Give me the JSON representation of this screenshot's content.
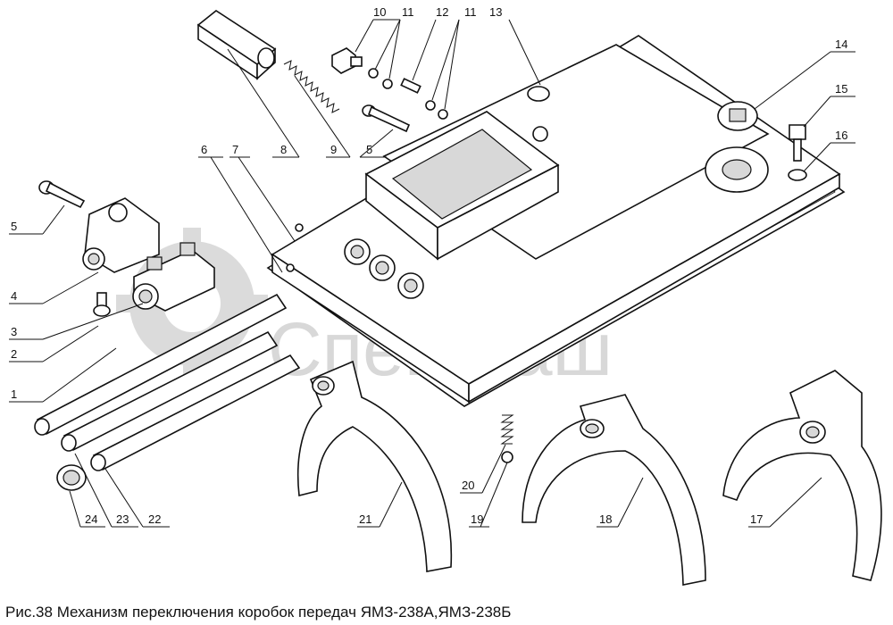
{
  "caption": "Рис.38 Механизм переключения коробок передач ЯМЗ-238А,ЯМЗ-238Б",
  "watermark": "СпецМаш",
  "labels": [
    "1",
    "2",
    "3",
    "4",
    "5",
    "5",
    "6",
    "7",
    "8",
    "9",
    "10",
    "11",
    "11",
    "12",
    "13",
    "14",
    "15",
    "16",
    "17",
    "18",
    "19",
    "20",
    "21",
    "22",
    "23",
    "24"
  ],
  "colors": {
    "line": "#111111",
    "watermark": "#9a9a9a"
  }
}
